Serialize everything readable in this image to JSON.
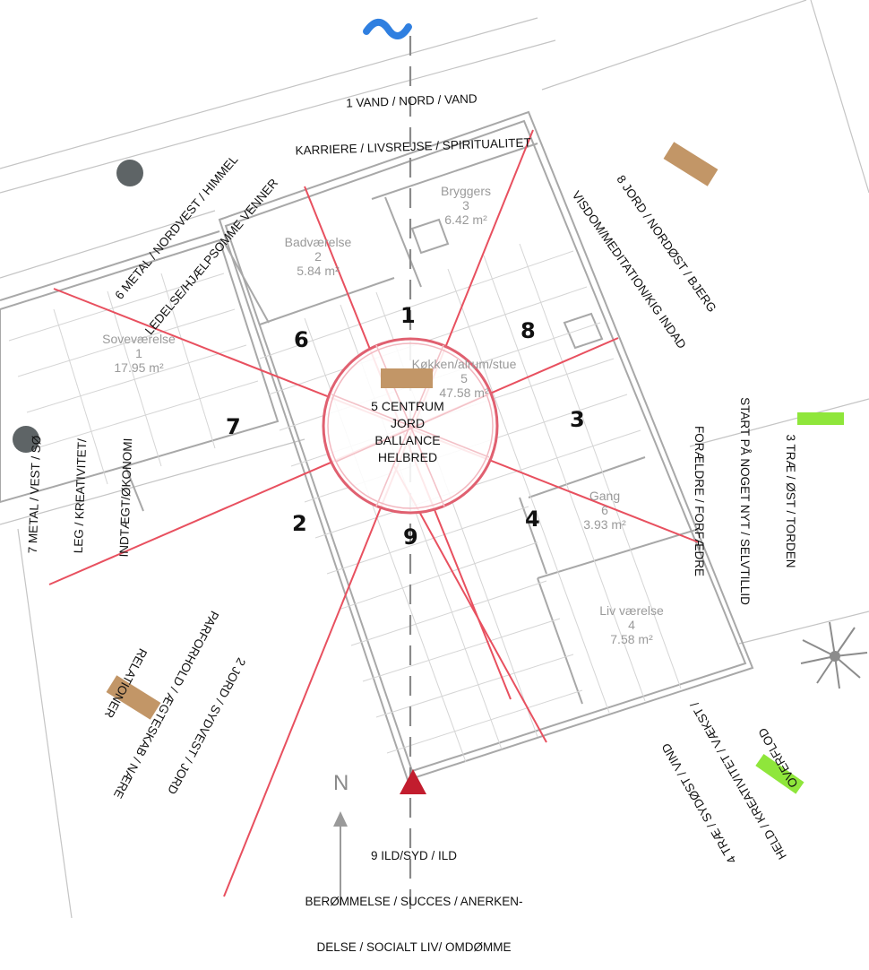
{
  "labels": {
    "north": [
      "1 VAND / NORD / VAND",
      "KARRIERE / LIVSREJSE / SPIRITUALITET"
    ],
    "south": [
      "9 ILD/SYD / ILD",
      "BERØMMELSE / SUCCES / ANERKEN-",
      "DELSE / SOCIALT LIV/ OMDØMME"
    ],
    "northwest": [
      "6 METAL / NORDVEST / HIMMEL",
      "LEDELSE/HJÆLPSOMME VENNER"
    ],
    "northeast": [
      "8 JORD / NORDØST / BJERG",
      "VISDOM/MEDITATION/KIG INDAD"
    ],
    "west": [
      "7 METAL / VEST / SØ",
      "LEG / KREATIVITET/",
      "INDTÆGT/ØKONOMI"
    ],
    "east": [
      "3 TRÆ / ØST / TORDEN",
      "START PÅ NOGET NYT / SELVTILLID",
      "FORÆLDRE / FORFÆDRE"
    ],
    "southwest": [
      "2 JORD / SYDVEST / JORD",
      "PARFORHOLD / ÆGTESKAB / NÆRE",
      "RELATIONER"
    ],
    "southeast": [
      "4 TRÆ / SYDØST / VIND",
      "HELD / KREATIVITET / VÆKST /",
      "OVERFLOD"
    ]
  },
  "center": [
    "5 CENTRUM",
    "JORD",
    "BALLANCE",
    "HELBRED"
  ],
  "zones": [
    "1",
    "2",
    "3",
    "4",
    "6",
    "7",
    "8",
    "9"
  ],
  "rooms": {
    "bryggers": [
      "Bryggers",
      "3",
      "6.42 m²"
    ],
    "badvaerelse": [
      "Badværelse",
      "2",
      "5.84 m²"
    ],
    "sovevaerelse": [
      "Soveværelse",
      "1",
      "17.95 m²"
    ],
    "kokken": [
      "Køkken/alrum/stue",
      "5",
      "47.58 m²"
    ],
    "gang": [
      "Gang",
      "6",
      "3.93 m²"
    ],
    "livvaerelse": [
      "Liv værelse",
      "4",
      "7.58 m²"
    ]
  },
  "compass_letter": "N",
  "colors": {
    "red_line": "#e8505f",
    "circle": "#e06070",
    "water": "#2f7fe0",
    "metal": "#5e6466",
    "earth": "#c29667",
    "wood": "#8fe63b",
    "fire": "#c21d2e",
    "plan_line": "#b9b9b9"
  },
  "icons": [
    "water-wave-icon",
    "metal-dot-icon",
    "earth-rect-icon",
    "wood-rect-icon",
    "fire-triangle-icon",
    "palm-tree-icon",
    "north-arrow-icon"
  ]
}
